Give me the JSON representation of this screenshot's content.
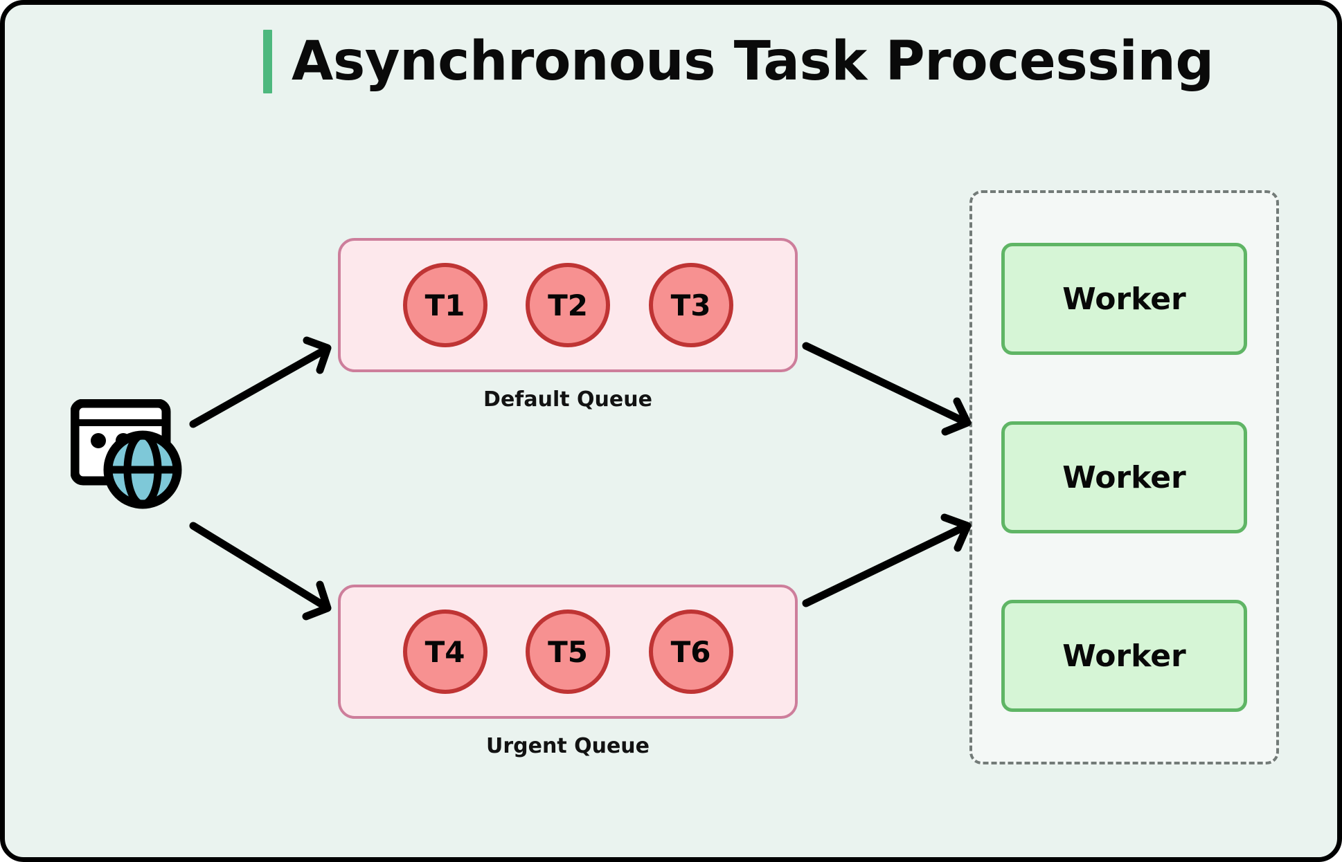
{
  "page": {
    "title": "Asynchronous Task Processing",
    "background_color": "#eaf3ef",
    "border_color": "#000000",
    "accent_color": "#4eb87e"
  },
  "producer": {
    "icon": "browser-globe-icon",
    "window_fill": "#ffffff",
    "globe_fill": "#7ec8d8",
    "outline_color": "#000000"
  },
  "queues": [
    {
      "id": "default",
      "caption": "Default Queue",
      "box_fill": "#fde8ec",
      "box_border": "#cd7e9b",
      "tasks": [
        {
          "label": "T1"
        },
        {
          "label": "T2"
        },
        {
          "label": "T3"
        }
      ]
    },
    {
      "id": "urgent",
      "caption": "Urgent Queue",
      "box_fill": "#fde8ec",
      "box_border": "#cd7e9b",
      "tasks": [
        {
          "label": "T4"
        },
        {
          "label": "T5"
        },
        {
          "label": "T6"
        }
      ]
    }
  ],
  "task_style": {
    "fill": "#f79191",
    "border": "#bf3434"
  },
  "worker_pool": {
    "container_fill": "#f4f8f6",
    "container_border": "#737b78",
    "border_style": "dashed",
    "workers": [
      {
        "label": "Worker"
      },
      {
        "label": "Worker"
      },
      {
        "label": "Worker"
      }
    ],
    "worker_fill": "#d6f5d6",
    "worker_border": "#5fb565"
  },
  "arrows": [
    {
      "name": "producer-to-default-queue",
      "from": "producer",
      "to": "default-queue"
    },
    {
      "name": "producer-to-urgent-queue",
      "from": "producer",
      "to": "urgent-queue"
    },
    {
      "name": "default-queue-to-workers",
      "from": "default-queue",
      "to": "worker-pool"
    },
    {
      "name": "urgent-queue-to-workers",
      "from": "urgent-queue",
      "to": "worker-pool"
    }
  ],
  "arrow_color": "#000000"
}
